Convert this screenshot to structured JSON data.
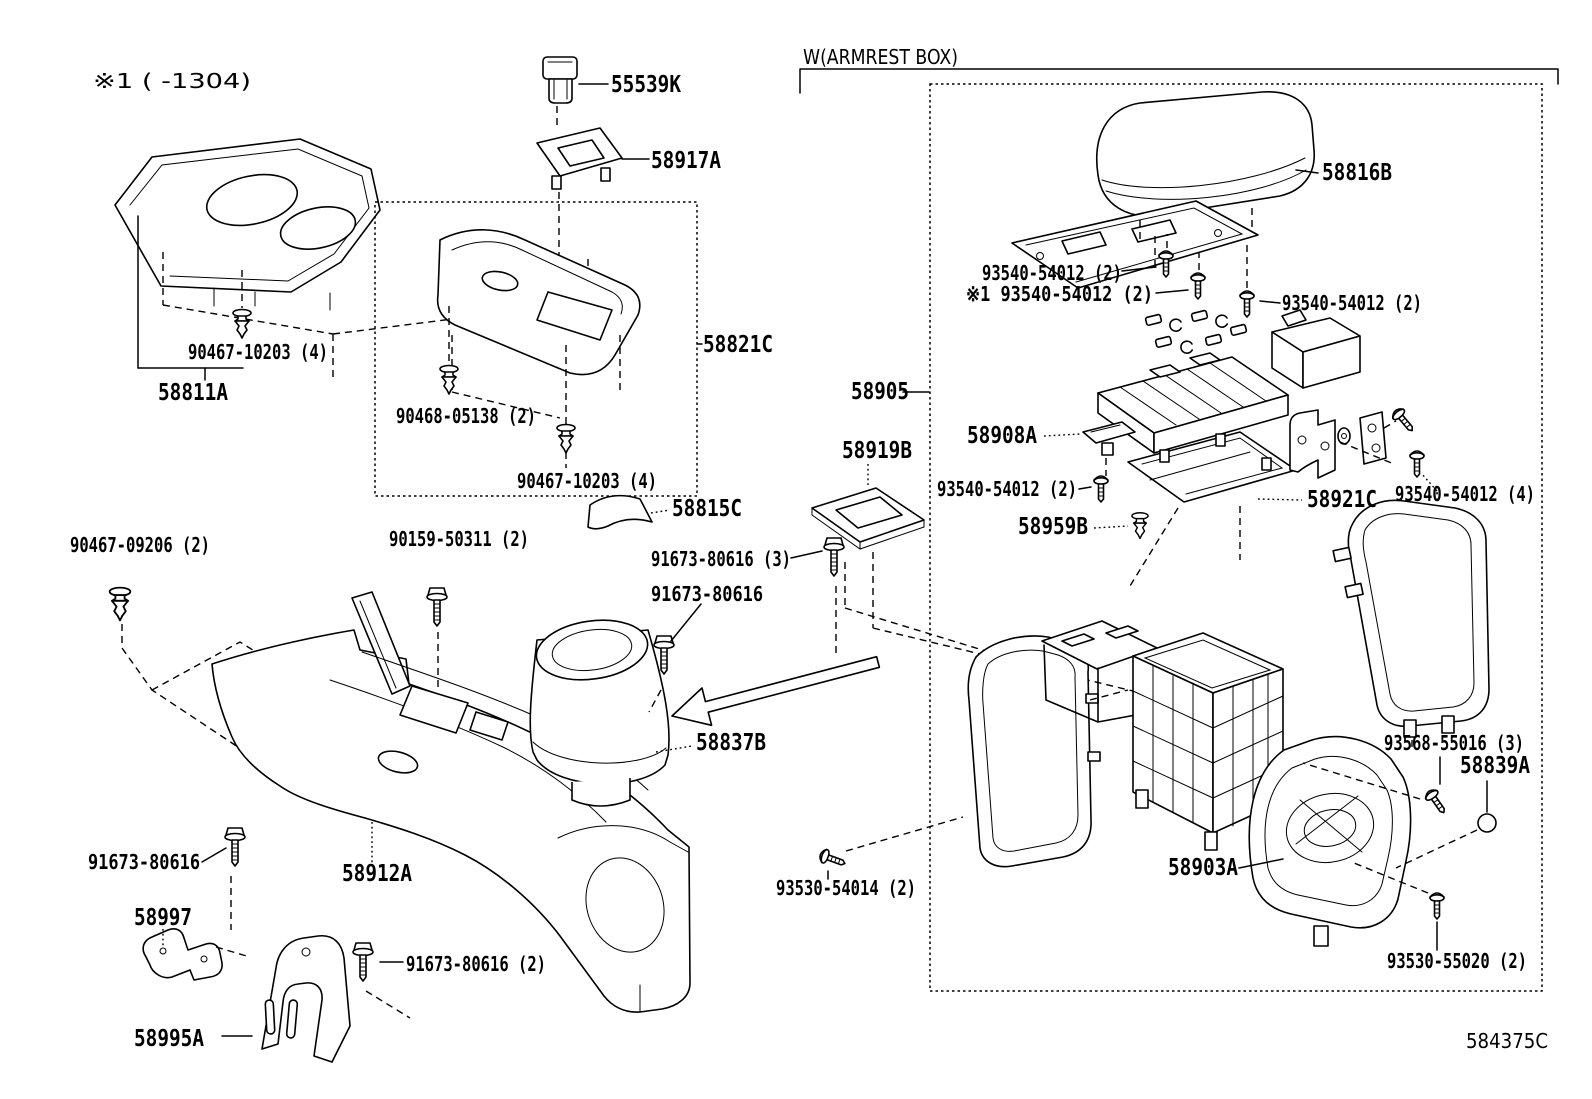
{
  "note_top_left": "※1 (  -1304)",
  "armrest_section": {
    "title": "W(ARMREST BOX)"
  },
  "diagram_code": "584375C",
  "parts": {
    "p58811a": "58811A",
    "p58821c": "58821C",
    "p55539k": "55539K",
    "p58917a": "58917A",
    "p58815c": "58815C",
    "p58837b": "58837B",
    "p58912a": "58912A",
    "p58997": "58997",
    "p58995a": "58995A",
    "p58905": "58905",
    "p58919b": "58919B",
    "p58908a": "58908A",
    "p58921c": "58921C",
    "p58959b": "58959B",
    "p58816b": "58816B",
    "p58903a": "58903A",
    "p58839a": "58839A"
  },
  "fasteners": {
    "f90467_10203_a": "90467-10203 (4)",
    "f90467_10203_b": "90467-10203 (4)",
    "f90468_05138": "90468-05138 (2)",
    "f90467_09206": "90467-09206 (2)",
    "f90159_50311": "90159-50311 (2)",
    "f91673_80616_3": "91673-80616 (3)",
    "f91673_80616_a": "91673-80616",
    "f91673_80616_b": "91673-80616",
    "f91673_80616_2": "91673-80616 (2)",
    "f93540_54012_a": "93540-54012 (2)",
    "f93540_54012_b": "※1 93540-54012 (2)",
    "f93540_54012_c": "93540-54012 (2)",
    "f93540_54012_d": "93540-54012 (2)",
    "f93540_54012_4": "93540-54012 (4)",
    "f93530_54014": "93530-54014 (2)",
    "f93530_55020": "93530-55020 (2)",
    "f93568_55016": "93568-55016 (3)"
  }
}
